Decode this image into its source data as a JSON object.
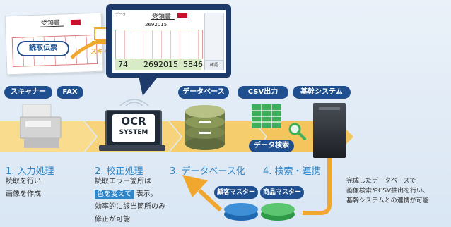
{
  "doc": {
    "title": "受領書",
    "badge": "読取伝票",
    "scan_label": "スキャン"
  },
  "screen": {
    "title": "受領書",
    "number": "2692015",
    "tiny_label": "データ",
    "row_values": [
      "74",
      "2692015",
      "5846"
    ],
    "button": "確認"
  },
  "labels": {
    "scanner": "スキャナー",
    "fax": "FAX",
    "database": "データベース",
    "csv": "CSV出力",
    "core": "基幹システム",
    "search": "データ検索",
    "customer_master": "顧客マスター",
    "product_master": "商品マスター"
  },
  "ocr": {
    "line1": "OCR",
    "line2": "SYSTEM"
  },
  "steps": {
    "s1": "1. 入力処理",
    "s2": "2. 校正処理",
    "s3": "3. データベース化",
    "s4": "4. 検索・連携"
  },
  "desc": {
    "d1_l1": "読取を行い",
    "d1_l2": "画像を作成",
    "d2_l1": "読取エラー箇所は",
    "d2_hl": "色を変えて",
    "d2_l2b": "表示。",
    "d2_l3": "効率的に該当箇所のみ",
    "d2_l4": "修正が可能",
    "d4_l1": "完成したデータベースで",
    "d4_l2": "画像検索やCSV抽出を行い、",
    "d4_l3": "基幹システムとの連携が可能"
  },
  "colors": {
    "navy": "#1f4f8f",
    "step_blue": "#2f86c9",
    "band": "#f7d27a",
    "arrow": "#f1a72e",
    "red": "#c8102e"
  }
}
